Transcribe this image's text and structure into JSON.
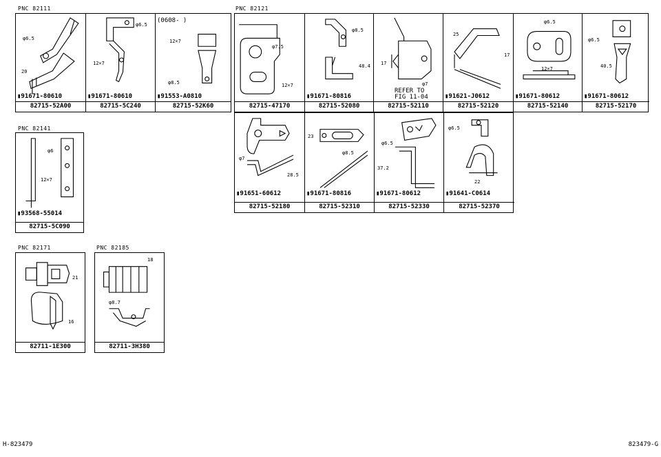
{
  "groups": [
    {
      "pnc": "PNC  82111",
      "cells": [
        {
          "part": "82715-52A00",
          "bolt": "91671-80610",
          "dims": [
            "φ6.5",
            "20"
          ]
        },
        {
          "part": "82715-5C240",
          "bolt": "91671-80610",
          "dims": [
            "φ6.5",
            "12×7"
          ]
        },
        {
          "part": "82715-52K60",
          "bolt": "91553-A0810",
          "dims": [
            "12×7",
            "φ8.5"
          ],
          "note": "(0608-      )"
        }
      ]
    },
    {
      "pnc": "PNC  82121",
      "cells": [
        {
          "part": "82715-47170",
          "bolt": "",
          "dims": [
            "φ7.5",
            "12×7"
          ]
        },
        {
          "part": "82715-52080",
          "bolt": "91671-80816",
          "dims": [
            "φ8.5",
            "48.4"
          ]
        },
        {
          "part": "82715-52110",
          "bolt": "",
          "dims": [
            "17",
            "φ7"
          ],
          "note": "REFER TO\nFIG 11-04"
        },
        {
          "part": "82715-52120",
          "bolt": "91621-J0612",
          "dims": [
            "25",
            "17"
          ]
        },
        {
          "part": "82715-52140",
          "bolt": "91671-80612",
          "dims": [
            "φ6.5",
            "12×7"
          ]
        },
        {
          "part": "82715-52170",
          "bolt": "91671-80612",
          "dims": [
            "φ6.5",
            "40.5"
          ]
        }
      ]
    },
    {
      "pnc": "",
      "cells": [
        {
          "part": "82715-52180",
          "bolt": "91651-60612",
          "dims": [
            "φ7",
            "28.5"
          ]
        },
        {
          "part": "82715-52310",
          "bolt": "91671-80816",
          "dims": [
            "23",
            "φ8.5"
          ]
        },
        {
          "part": "82715-52330",
          "bolt": "91671-80612",
          "dims": [
            "φ6.5",
            "37.2"
          ]
        },
        {
          "part": "82715-52370",
          "bolt": "91641-C0614",
          "dims": [
            "φ6.5",
            "22"
          ]
        }
      ]
    },
    {
      "pnc": "PNC  82141",
      "cells": [
        {
          "part": "82715-5C090",
          "bolt": "93568-55014",
          "dims": [
            "φ6",
            "12×7"
          ]
        }
      ]
    },
    {
      "pnc": "PNC  82171",
      "cells": [
        {
          "part": "82711-1E300",
          "bolt": "",
          "dims": [
            "21",
            "16"
          ]
        }
      ]
    },
    {
      "pnc": "PNC  82185",
      "cells": [
        {
          "part": "82711-3H380",
          "bolt": "",
          "dims": [
            "18",
            "φ8.7"
          ]
        }
      ]
    }
  ],
  "footer": {
    "left": "H-823479",
    "right": "823479-G"
  }
}
